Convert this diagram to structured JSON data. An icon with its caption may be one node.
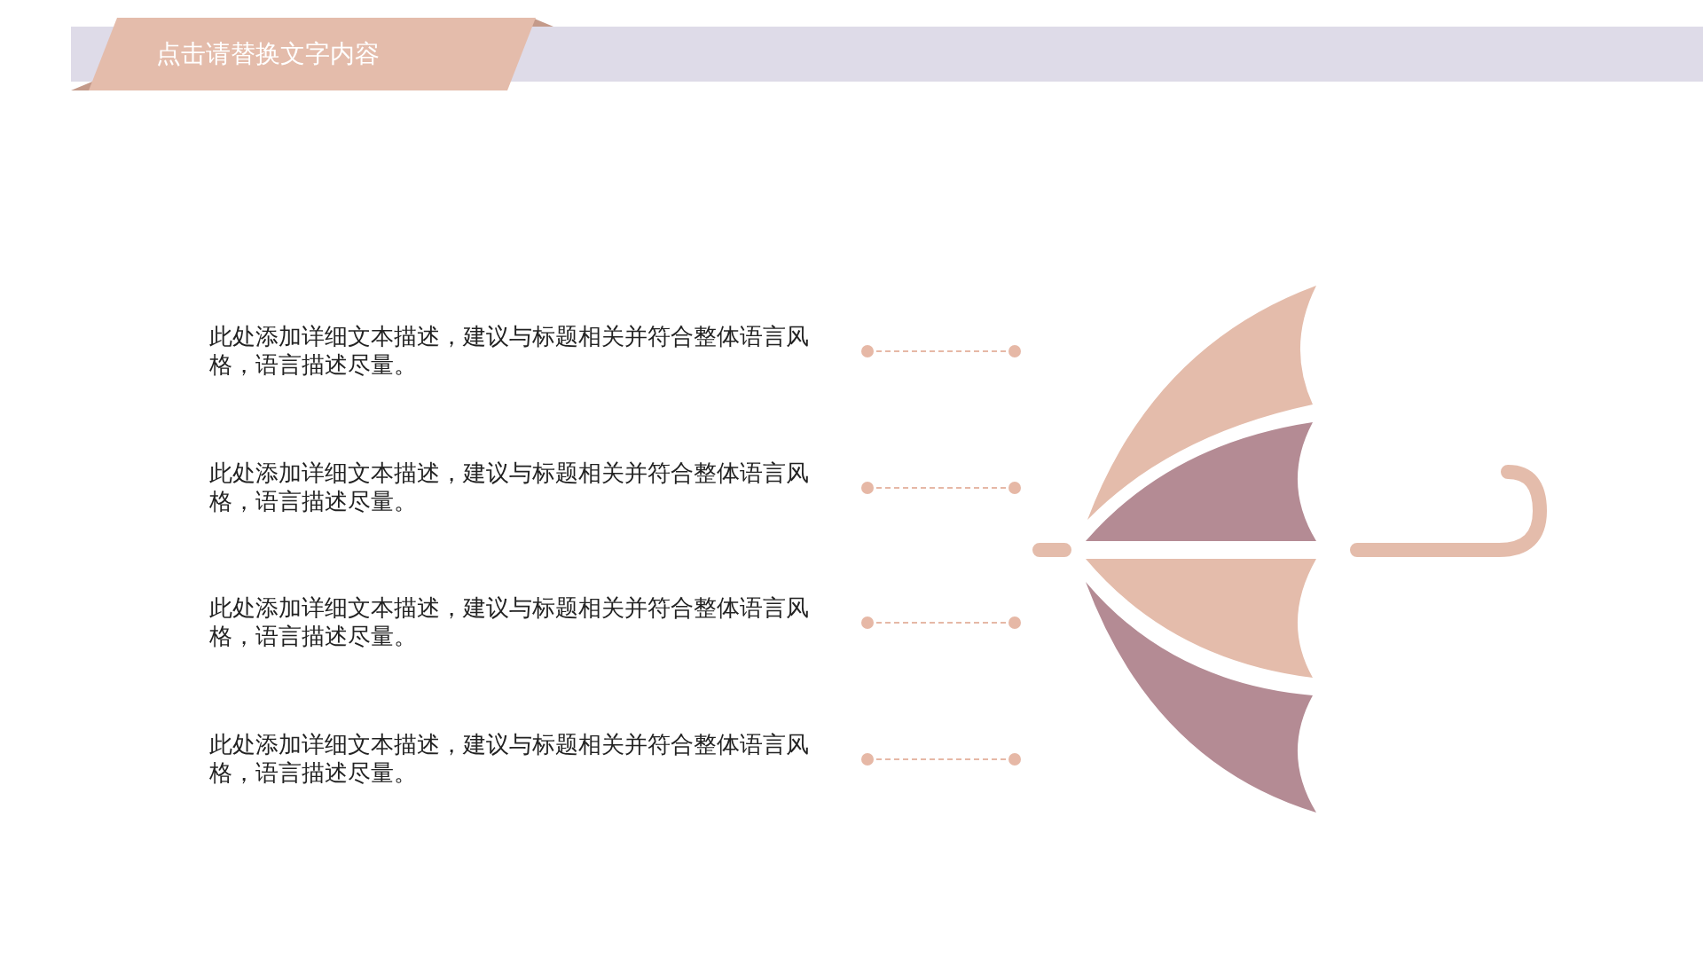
{
  "diagram": {
    "title": "点击请替换文字内容",
    "labels": [
      "此处添加详细文本描述，建议与标题相关并符合整体语言风格，语言描述尽量。",
      "此处添加详细文本描述，建议与标题相关并符合整体语言风格，语言描述尽量。",
      "此处添加详细文本描述，建议与标题相关并符合整体语言风格，语言描述尽量。",
      "此处添加详细文本描述，建议与标题相关并符合整体语言风格，语言描述尽量。"
    ]
  }
}
